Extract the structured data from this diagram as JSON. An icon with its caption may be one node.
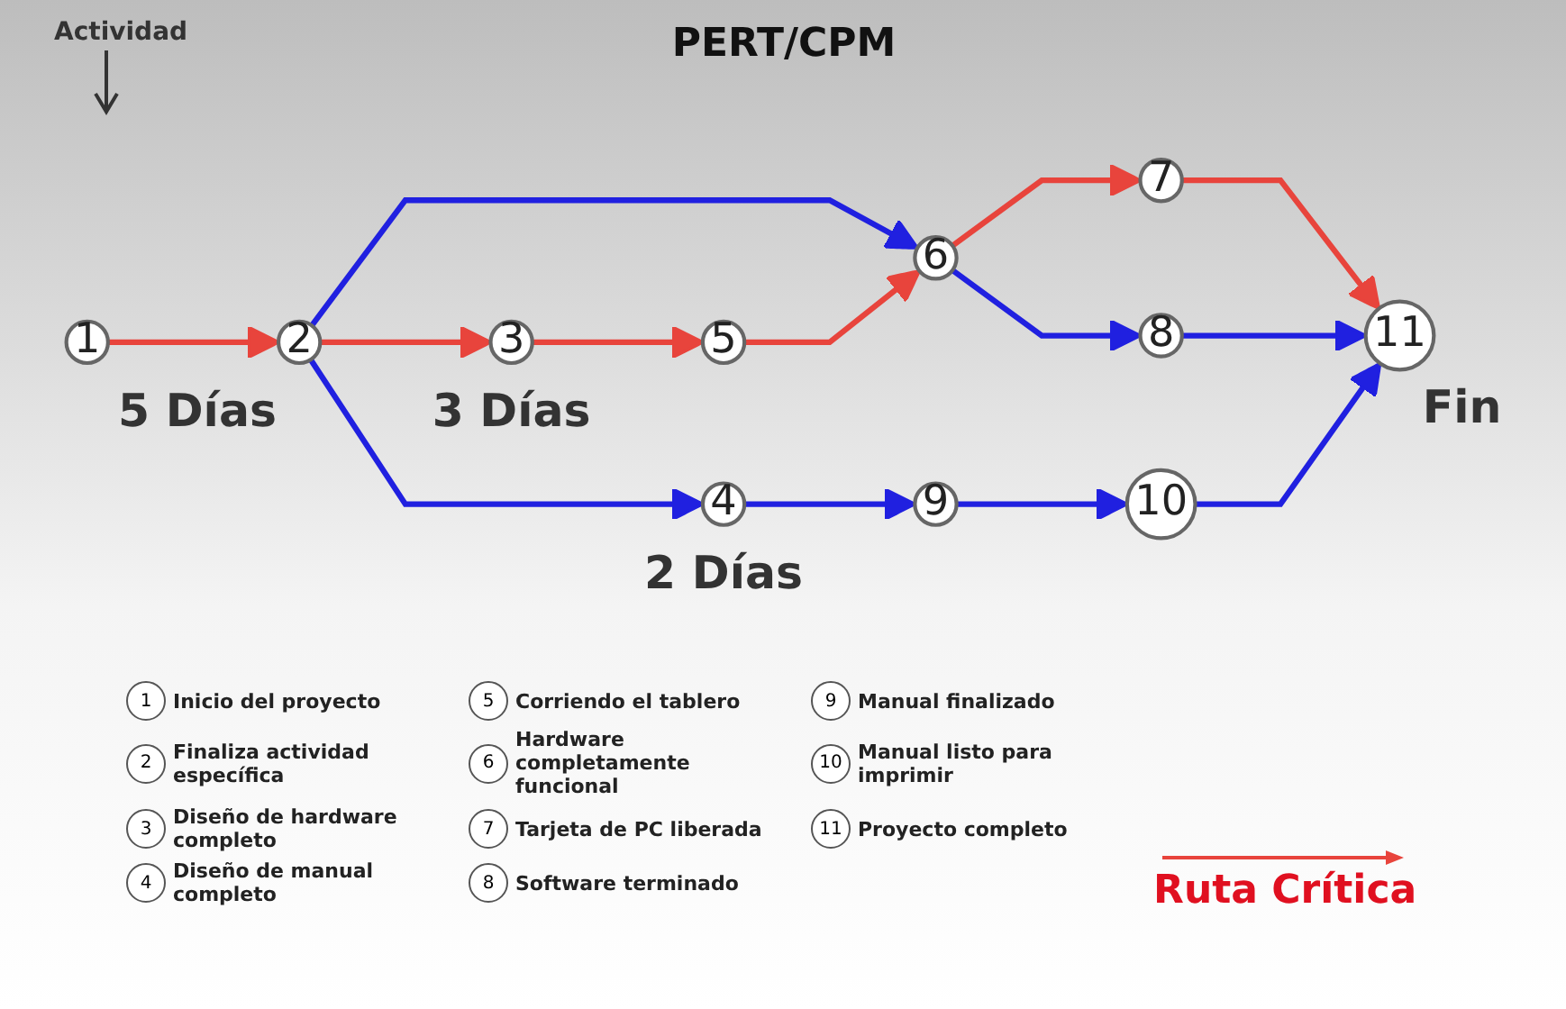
{
  "diagram": {
    "title": "PERT/CPM",
    "nodes": [
      {
        "text": [
          "1"
        ]
      },
      {
        "text": [
          "2"
        ],
        "beside": [
          "5 Días"
        ]
      },
      {
        "text": [
          "3"
        ],
        "beside": [
          "3 Días"
        ]
      },
      {
        "text": [
          "4"
        ],
        "beside": [
          "2 Días"
        ]
      },
      {
        "text": [
          "5"
        ]
      },
      {
        "text": [
          "6"
        ]
      },
      {
        "text": [
          "7"
        ]
      },
      {
        "text": [
          "8"
        ]
      },
      {
        "text": [
          "9"
        ]
      },
      {
        "text": [
          "10"
        ]
      },
      {
        "text": [
          "11"
        ],
        "beside": [
          "Fin"
        ]
      }
    ],
    "edges": [
      {
        "from": 0,
        "to": 1,
        "arrow": "to",
        "color": "#e8443c"
      },
      {
        "from": 1,
        "to": 2,
        "arrow": "to",
        "color": "#e8443c"
      },
      {
        "from": 1,
        "to": 5,
        "arrow": "to"
      },
      {
        "from": 1,
        "to": 3,
        "arrow": "to"
      },
      {
        "from": 2,
        "to": 4,
        "arrow": "to",
        "color": "#e8443c"
      },
      {
        "from": 4,
        "to": 5,
        "arrow": "to",
        "color": "#e8443c"
      },
      {
        "from": 5,
        "to": 6,
        "arrow": "to",
        "color": "#e8443c"
      },
      {
        "from": 5,
        "to": 7,
        "arrow": "to"
      },
      {
        "from": 3,
        "to": 8,
        "arrow": "to"
      },
      {
        "from": 8,
        "to": 9,
        "arrow": "to"
      },
      {
        "from": 6,
        "to": 10,
        "arrow": "to",
        "color": "#e8443c"
      },
      {
        "from": 7,
        "to": 10,
        "arrow": "to"
      },
      {
        "from": 9,
        "to": 10,
        "arrow": "to"
      }
    ],
    "labels": [
      "Actividad",
      "1",
      "Inicio del proyecto",
      "5",
      "Corriendo el tablero",
      "9",
      "Manual finalizado",
      "2",
      "Finaliza actividad específica",
      "6",
      "Hardware completamente funcional",
      "10",
      "Manual listo para imprimir",
      "3",
      "Diseño de hardware completo",
      "7",
      "Tarjeta de PC liberada",
      "11",
      "Proyecto completo",
      "4",
      "Diseño de manual completo",
      "8",
      "Software terminado"
    ],
    "legend": [
      {
        "text": "Ruta Crítica"
      }
    ]
  }
}
